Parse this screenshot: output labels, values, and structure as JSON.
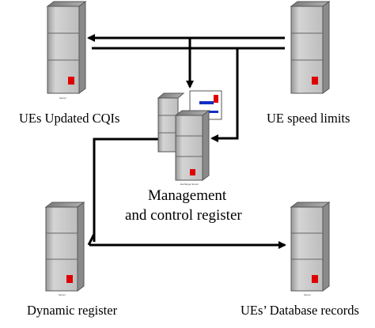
{
  "diagram": {
    "nodes": {
      "ues_cqis": {
        "label": "UEs Updated CQIs",
        "device_text": "Server"
      },
      "ue_speed": {
        "label": "UE speed limits",
        "device_text": "Server"
      },
      "management": {
        "label_line1": "Management",
        "label_line2": "and control register",
        "device_text": "Exchange Server"
      },
      "dynamic": {
        "label": "Dynamic register",
        "device_text": "Server"
      },
      "ue_db": {
        "label": "UEs’ Database records",
        "device_text": "Server"
      }
    },
    "colors": {
      "server_body": "#c8c8c8",
      "server_edge": "#5a5a5a",
      "indicator": "#e00000",
      "monitor_bar": "#1030c0",
      "arrow": "#000000"
    },
    "icons": [
      "server-icon",
      "exchange-server-icon",
      "monitor-icon"
    ]
  }
}
